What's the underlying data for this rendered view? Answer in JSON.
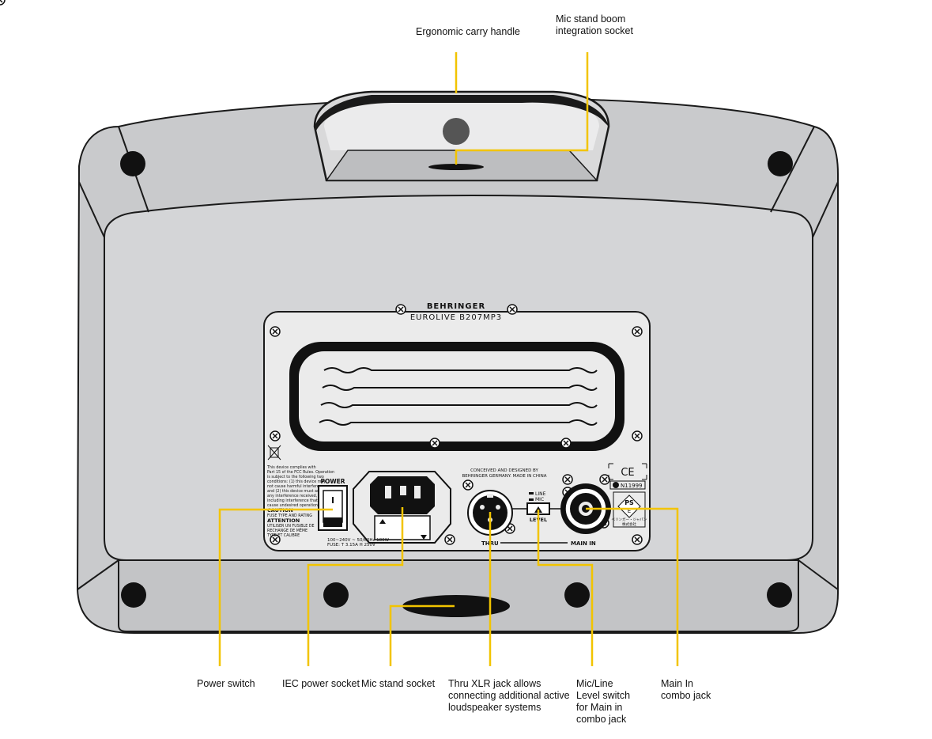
{
  "callouts_top": {
    "carry_handle": [
      "Ergonomic carry handle"
    ],
    "boom_socket": [
      "Mic stand boom",
      "integration socket"
    ]
  },
  "callouts_bottom": {
    "power_switch": [
      "Power switch"
    ],
    "iec_socket": [
      "IEC power socket"
    ],
    "mic_stand_socket": [
      "Mic stand socket"
    ],
    "thru_xlr": [
      "Thru XLR jack allows",
      "connecting additional active",
      "loudspeaker systems"
    ],
    "mic_line_switch": [
      "Mic/Line",
      "Level switch",
      "for Main in",
      "combo jack"
    ],
    "main_in": [
      "Main In",
      "combo jack"
    ]
  },
  "panel": {
    "brand": "BEHRINGER",
    "model": "EUROLIVE B207MP3",
    "power_label": "POWER",
    "fcc_text": [
      "This device complies with",
      "Part 15 of the FCC Rules. Operation",
      "is subject to the following two",
      "conditions: (1) this device may",
      "not cause harmful interference,",
      "and (2) this device must accept",
      "any interference received,",
      "including interference that may",
      "cause undesired operation."
    ],
    "caution": "CAUTION",
    "caution_text": "FUSE TYPE AND RATING",
    "attention": "ATTENTION",
    "attention_text": [
      "UTILISER UN FUSIBLE DE",
      "RECHANGE DE MÊME",
      "TYPE ET CALIBRE"
    ],
    "voltage": "100~240V ~ 50/60Hz 180W",
    "fuse": "FUSE: T 3.15A H 250V",
    "conceived": "CONCEIVED AND DESIGNED BY",
    "made_in": "BEHRINGER GERMANY. MADE IN CHINA",
    "line": "LINE",
    "mic": "MIC",
    "level": "LEVEL",
    "thru": "THRU",
    "main_in": "MAIN IN",
    "ce": "CE",
    "n_number": "N11999",
    "ps": "PS",
    "ps_e": "E",
    "jp_text": [
      "ベリンガー・ジャパン",
      "株式会社"
    ]
  },
  "colors": {
    "callout_line": "#f2c400",
    "outline": "#1a1a1a",
    "cabinet": "#c9cacc",
    "panel": "#ebebeb",
    "dark": "#222222"
  }
}
